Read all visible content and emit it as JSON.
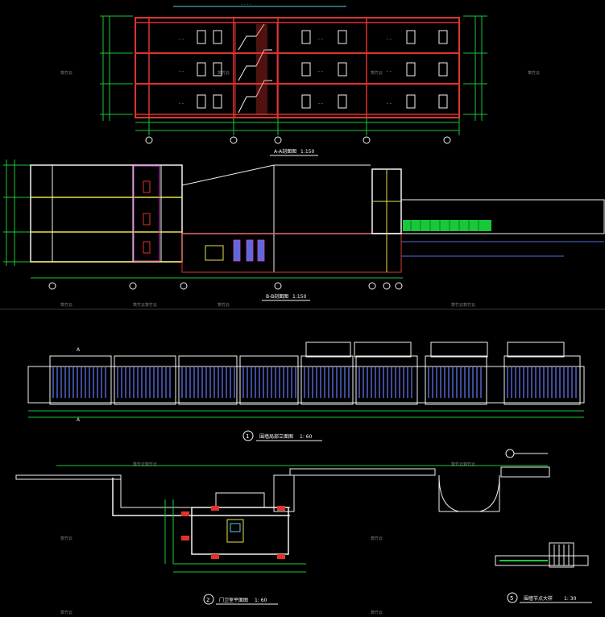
{
  "drawing": {
    "section_aa_title": "A-A剖面图",
    "section_aa_scale": "1:150",
    "section_bb_title": "B-B剖面图",
    "section_bb_scale": "1:150",
    "fence_elevation": {
      "number": "1",
      "title": "围墙局部立面图",
      "scale": "1: 60"
    },
    "guard_plan": {
      "number": "2",
      "title": "门卫室平面图",
      "scale": "1: 60"
    },
    "fence_detail": {
      "number": "5",
      "title": "围墙节点大样",
      "scale": "1: 30"
    },
    "watermark": "筑竹云",
    "watermark_double": "筑竹云筑竹云",
    "colors": {
      "background": "#000000",
      "wall_red": "#e0332e",
      "white": "#f2f2f2",
      "cyan": "#4fd0e0",
      "green": "#19c83a",
      "yellow": "#e8e24a",
      "blue": "#5a6bd8",
      "magenta": "#d040d0"
    }
  }
}
